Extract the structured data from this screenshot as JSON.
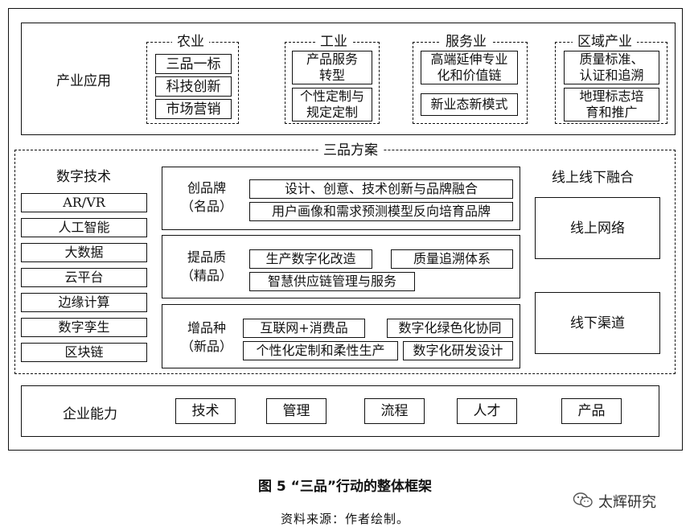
{
  "outer": {
    "application": {
      "label": "产业应用",
      "groups": [
        {
          "title": "农业",
          "items": [
            "三品一标",
            "科技创新",
            "市场营销"
          ]
        },
        {
          "title": "工业",
          "items": [
            "产品服务\n转型",
            "个性定制与\n规定定制"
          ]
        },
        {
          "title": "服务业",
          "items": [
            "高端延伸专业\n化和价值链",
            "新业态新模式"
          ]
        },
        {
          "title": "区域产业",
          "items": [
            "质量标准、\n认证和追溯",
            "地理标志培\n育和推广"
          ]
        }
      ]
    },
    "plan": {
      "title": "三品方案",
      "digital_tech": {
        "title": "数字技术",
        "items": [
          "AR/VR",
          "人工智能",
          "大数据",
          "云平台",
          "边缘计算",
          "数字孪生",
          "区块链"
        ]
      },
      "rows": [
        {
          "label": "创品牌\n（名品）",
          "items": [
            "设计、创意、技术创新与品牌融合",
            "用户画像和需求预测模型反向培育品牌"
          ]
        },
        {
          "label": "提品质\n（精品）",
          "items": [
            "生产数字化改造",
            "质量追溯体系",
            "智慧供应链管理与服务"
          ]
        },
        {
          "label": "增品种\n（新品）",
          "items": [
            "互联网+消费品",
            "数字化绿色化协同",
            "个性化定制和柔性生产",
            "数字化研发设计"
          ]
        }
      ],
      "online_offline": {
        "title": "线上线下融合",
        "items": [
          "线上网络",
          "线下渠道"
        ]
      }
    },
    "capability": {
      "label": "企业能力",
      "items": [
        "技术",
        "管理",
        "流程",
        "人才",
        "产品"
      ]
    }
  },
  "caption": {
    "figure": "图 5 “三品”行动的整体框架",
    "source": "资料来源：作者绘制。",
    "watermark": "太辉研究"
  }
}
